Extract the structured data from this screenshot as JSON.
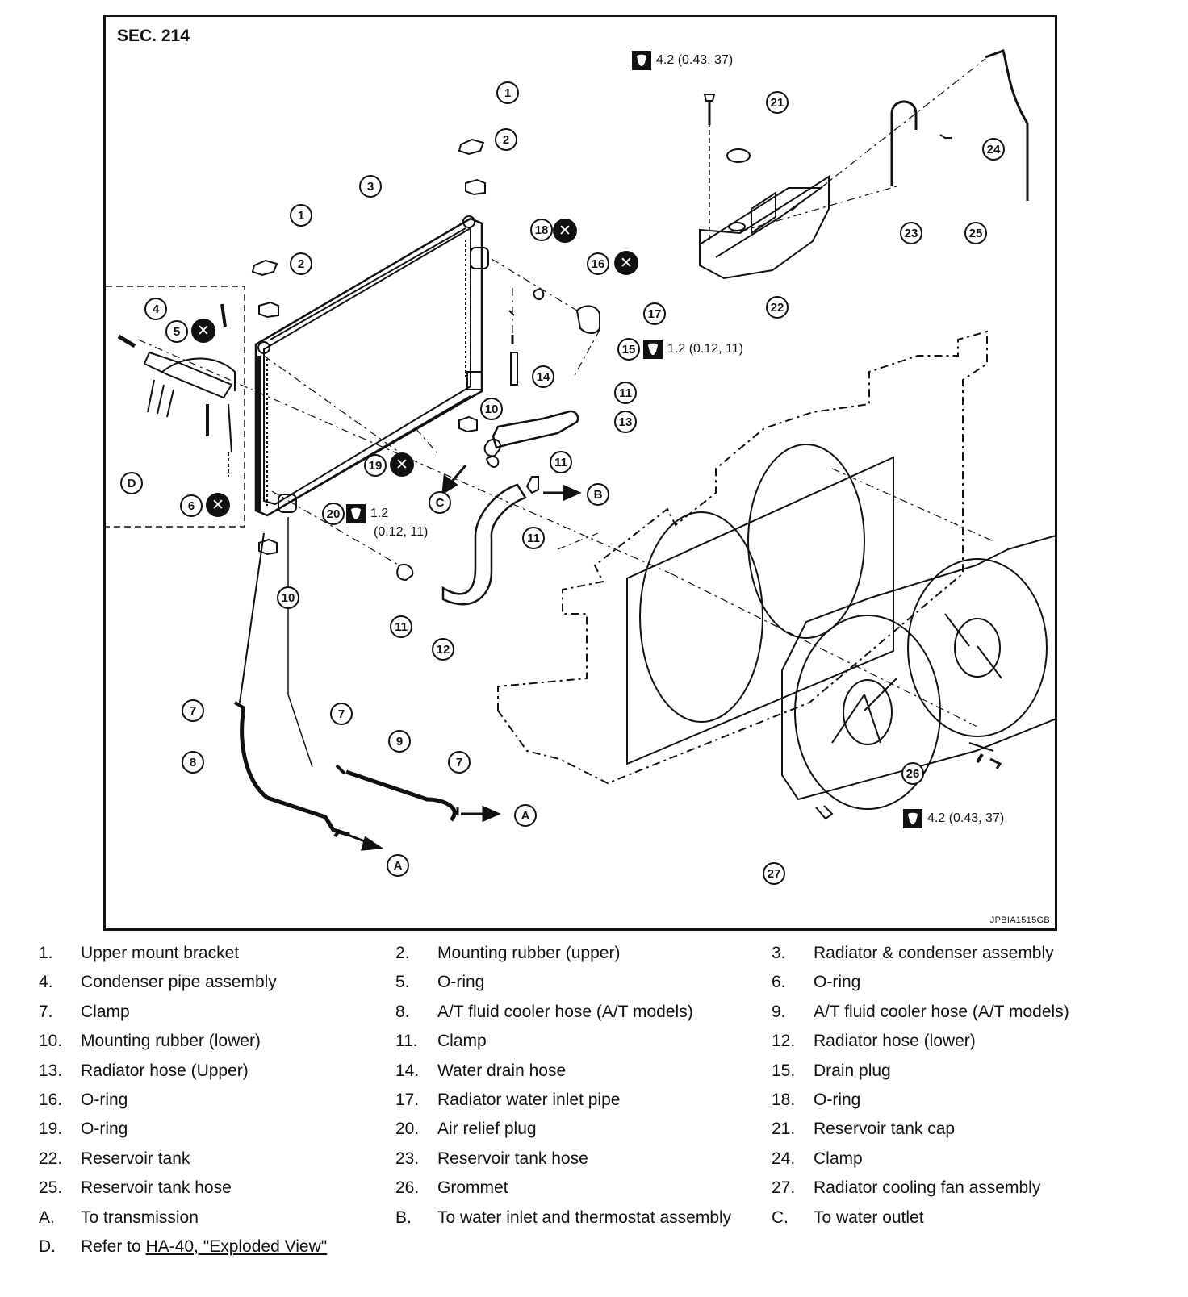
{
  "diagram": {
    "section": "SEC. 214",
    "figure_id": "JPBIA1515GB",
    "torques": {
      "t_upper_right": "4.2 (0.43, 37)",
      "t_drain": "1.2 (0.12, 11)",
      "t_relief_line1": "1.2",
      "t_relief_line2": "(0.12, 11)",
      "t_fan_bolt": "4.2 (0.43, 37)"
    },
    "callouts": [
      "1",
      "2",
      "3",
      "1",
      "2",
      "4",
      "5",
      "6",
      "7",
      "8",
      "9",
      "7",
      "7",
      "10",
      "10",
      "11",
      "11",
      "11",
      "11",
      "12",
      "13",
      "14",
      "15",
      "16",
      "17",
      "18",
      "19",
      "20",
      "21",
      "22",
      "23",
      "24",
      "25",
      "26",
      "27"
    ],
    "letters": [
      "A",
      "A",
      "B",
      "C",
      "D"
    ]
  },
  "legend": {
    "rows": [
      [
        {
          "num": "1.",
          "text": "Upper mount bracket"
        },
        {
          "num": "2.",
          "text": "Mounting rubber (upper)"
        },
        {
          "num": "3.",
          "text": "Radiator & condenser assembly"
        }
      ],
      [
        {
          "num": "4.",
          "text": "Condenser pipe assembly"
        },
        {
          "num": "5.",
          "text": "O-ring"
        },
        {
          "num": "6.",
          "text": "O-ring"
        }
      ],
      [
        {
          "num": "7.",
          "text": "Clamp"
        },
        {
          "num": "8.",
          "text": "A/T fluid cooler hose (A/T models)"
        },
        {
          "num": "9.",
          "text": "A/T fluid cooler hose (A/T models)"
        }
      ],
      [
        {
          "num": "10.",
          "text": "Mounting rubber (lower)"
        },
        {
          "num": "11.",
          "text": "Clamp"
        },
        {
          "num": "12.",
          "text": "Radiator hose (lower)"
        }
      ],
      [
        {
          "num": "13.",
          "text": "Radiator hose (Upper)"
        },
        {
          "num": "14.",
          "text": "Water drain hose"
        },
        {
          "num": "15.",
          "text": "Drain plug"
        }
      ],
      [
        {
          "num": "16.",
          "text": "O-ring"
        },
        {
          "num": "17.",
          "text": "Radiator water inlet pipe"
        },
        {
          "num": "18.",
          "text": "O-ring"
        }
      ],
      [
        {
          "num": "19.",
          "text": "O-ring"
        },
        {
          "num": "20.",
          "text": "Air relief plug"
        },
        {
          "num": "21.",
          "text": "Reservoir tank cap"
        }
      ],
      [
        {
          "num": "22.",
          "text": "Reservoir tank"
        },
        {
          "num": "23.",
          "text": "Reservoir tank hose"
        },
        {
          "num": "24.",
          "text": "Clamp"
        }
      ],
      [
        {
          "num": "25.",
          "text": "Reservoir tank hose"
        },
        {
          "num": "26.",
          "text": "Grommet"
        },
        {
          "num": "27.",
          "text": "Radiator cooling fan assembly"
        }
      ],
      [
        {
          "num": "A.",
          "text": "To transmission"
        },
        {
          "num": "B.",
          "text": "To water inlet and thermostat assembly"
        },
        {
          "num": "C.",
          "text": "To water outlet"
        }
      ]
    ],
    "last": {
      "num": "D.",
      "prefix": "Refer to ",
      "link": "HA-40, \"Exploded View\""
    }
  }
}
